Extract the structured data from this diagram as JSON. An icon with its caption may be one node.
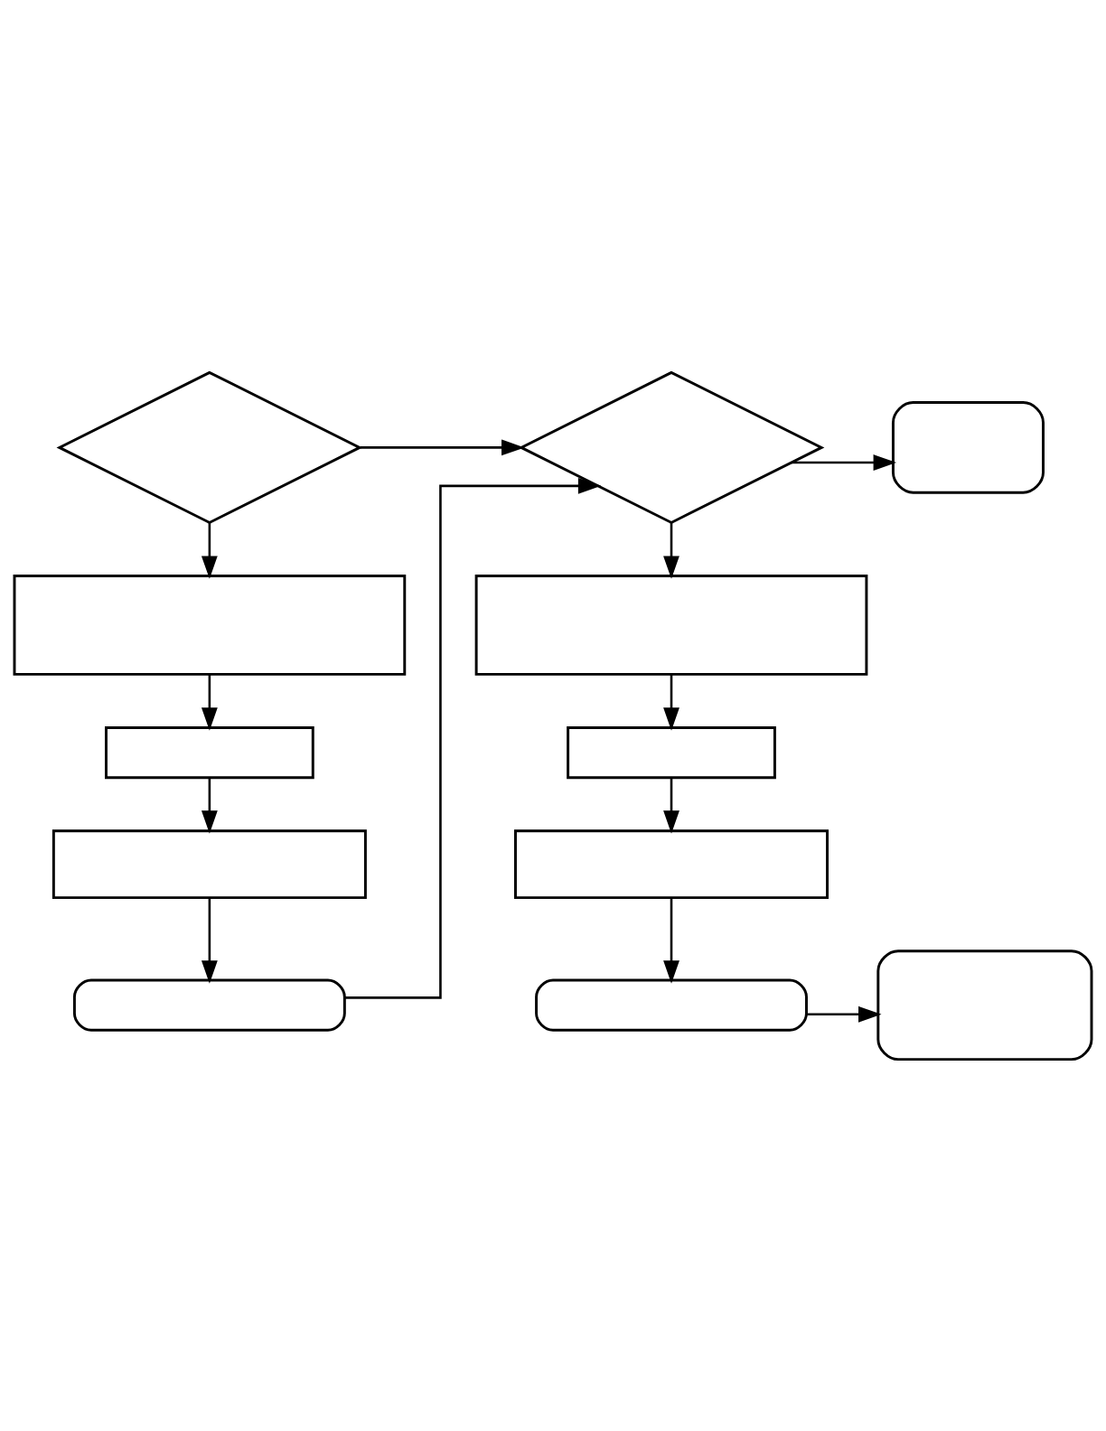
{
  "diagram": {
    "nodes": [
      {
        "text": [],
        "shape": "diamond"
      },
      {
        "text": [],
        "shape": "diamond"
      },
      {
        "text": [],
        "shape": "box"
      },
      {
        "text": [],
        "shape": "box"
      },
      {
        "text": [],
        "shape": "box"
      },
      {
        "text": [],
        "shape": "box"
      },
      {
        "text": [],
        "shape": "box"
      },
      {
        "text": [],
        "shape": "box"
      },
      {
        "text": [],
        "shape": "box"
      },
      {
        "text": [],
        "shape": "box"
      },
      {
        "text": [],
        "shape": "box"
      },
      {
        "text": [],
        "shape": "box"
      }
    ],
    "edges": [
      {
        "from": 0,
        "to": 1,
        "arrow": "to"
      },
      {
        "from": 1,
        "to": 2,
        "arrow": "to"
      },
      {
        "from": 0,
        "to": 3,
        "arrow": "to"
      },
      {
        "from": 3,
        "to": 5,
        "arrow": "to"
      },
      {
        "from": 5,
        "to": 7,
        "arrow": "to"
      },
      {
        "from": 7,
        "to": 9,
        "arrow": "to"
      },
      {
        "from": 9,
        "to": 1,
        "arrow": "to"
      },
      {
        "from": 1,
        "to": 4,
        "arrow": "to"
      },
      {
        "from": 4,
        "to": 6,
        "arrow": "to"
      },
      {
        "from": 6,
        "to": 8,
        "arrow": "to"
      },
      {
        "from": 8,
        "to": 10,
        "arrow": "to"
      },
      {
        "from": 10,
        "to": 11,
        "arrow": "to"
      }
    ]
  }
}
